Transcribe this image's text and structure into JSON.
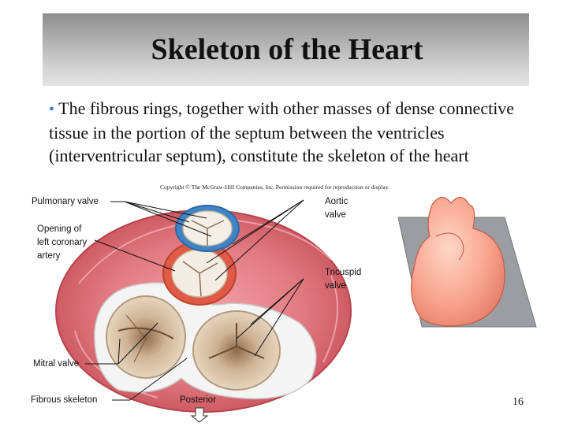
{
  "slide": {
    "title": "Skeleton of the Heart",
    "bullet": "The fibrous rings, together with other masses of dense connective tissue in the portion of the septum between the ventricles (interventricular septum), constitute the skeleton of the heart",
    "bullet_symbol": "•",
    "copyright": "Copyright © The McGraw-Hill Companies, Inc. Permission required for reproduction or display.",
    "page_number": "16"
  },
  "figure": {
    "labels": {
      "pulmonary_valve": "Pulmonary valve",
      "opening_left_coronary_line1": "Opening of",
      "opening_left_coronary_line2": "left coronary",
      "opening_left_coronary_line3": "artery",
      "mitral_valve": "Mitral valve",
      "fibrous_skeleton": "Fibrous skeleton",
      "posterior": "Posterior",
      "aortic_line1": "Aortic",
      "aortic_line2": "valve",
      "tricuspid_line1": "Tricuspid",
      "tricuspid_line2": "valve"
    }
  },
  "colors": {
    "title_band": "#a9a9a9",
    "bullet": "#3a7fc0",
    "muscle": "#d9646d",
    "pulmonary_ring": "#3f84c4",
    "aortic_ring": "#e05a45",
    "fibrous": "#f2f2f2",
    "leaflet": "#d7bfa4"
  }
}
